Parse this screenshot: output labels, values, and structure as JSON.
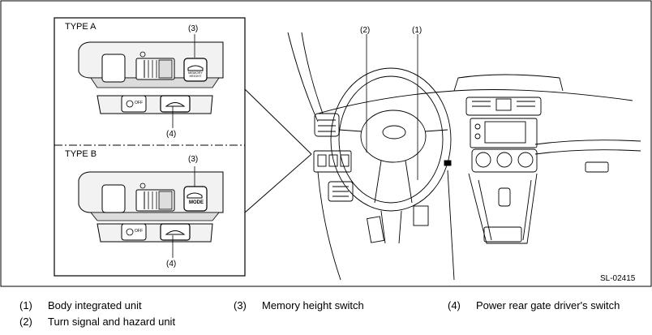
{
  "figure": {
    "type_a_label": "TYPE A",
    "type_b_label": "TYPE B",
    "figure_id": "SL-02415",
    "callouts": {
      "type_a_3": "(3)",
      "type_a_4": "(4)",
      "type_b_3": "(3)",
      "type_b_4": "(4)",
      "dash_2": "(2)",
      "dash_1": "(1)"
    },
    "button_texts": {
      "memory_height_a": "MEMORY HEIGHT",
      "off_a": "OFF",
      "mode_b": "MODE",
      "off_b": "OFF"
    }
  },
  "legend": [
    {
      "number": "(1)",
      "label": "Body integrated unit"
    },
    {
      "number": "(2)",
      "label": "Turn signal and hazard unit"
    },
    {
      "number": "(3)",
      "label": "Memory height switch"
    },
    {
      "number": "(4)",
      "label": "Power rear gate driver's switch"
    }
  ]
}
